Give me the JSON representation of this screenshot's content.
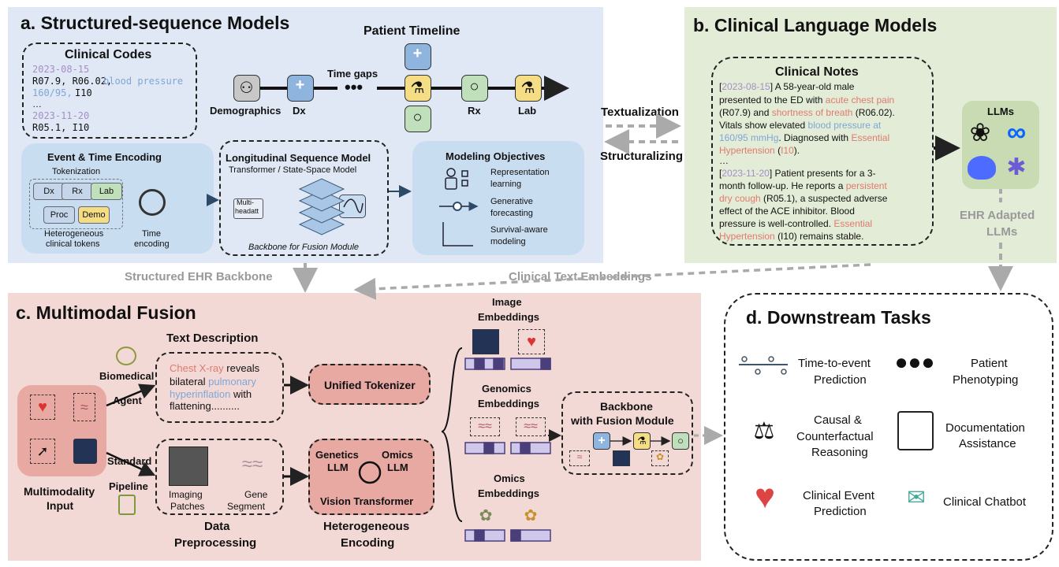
{
  "colors": {
    "panel_a": "#dfe8f4",
    "panel_b": "#e3ecd6",
    "panel_c": "#f3d9d6",
    "box_blue": "#c9ddf1",
    "box_red": "#e8a9a3",
    "token_bar": "#4a3f7a"
  },
  "icons": [
    "person-icon",
    "medical-cross-icon",
    "flask-icon",
    "pill-icon",
    "clock-icon",
    "openai-icon",
    "meta-icon",
    "deepseek-icon",
    "qwen-icon",
    "heart-icon",
    "dna-icon",
    "syringe-icon",
    "brain-scan-icon",
    "robot-icon",
    "clipboard-icon"
  ],
  "a": {
    "title": "a. Structured-sequence Models",
    "codes": {
      "title": "Clinical Codes",
      "date1": "2023-08-15",
      "line1a": "R07.9, R06.02,",
      "line1b": "blood pressure",
      "line2a": "160/95,",
      "line2b": "I10",
      "ellipsis": "…",
      "date2": "2023-11-20",
      "line3": "R05.1, I10"
    },
    "timeline": {
      "title": "Patient Timeline",
      "gaps": "Time gaps",
      "demographics": "Demographics",
      "dx": "Dx",
      "rx": "Rx",
      "lab": "Lab"
    },
    "encoding": {
      "title": "Event & Time Encoding",
      "tokenization": "Tokenization",
      "tokens": [
        "Dx",
        "Rx",
        "Lab",
        "Proc",
        "Demo"
      ],
      "hetero1": "Heterogeneous",
      "hetero2": "clinical tokens",
      "time1": "Time",
      "time2": "encoding"
    },
    "seq": {
      "title": "Longitudinal Sequence Model",
      "sub": "Transformer / State-Space Model",
      "mh1": "Multi-",
      "mh2": "headatt",
      "foot": "Backbone for Fusion Module"
    },
    "obj": {
      "title": "Modeling Objectives",
      "o1a": "Representation",
      "o1b": "learning",
      "o2a": "Generative",
      "o2b": "forecasting",
      "o3a": "Survival-aware",
      "o3b": "modeling"
    }
  },
  "mid": {
    "textualization": "Textualization",
    "structuralizing": "Structuralizing",
    "backbone": "Structured EHR Backbone",
    "embeddings": "Clinical Text Embeddings"
  },
  "b": {
    "title": "b. Clinical Language Models",
    "notes_title": "Clinical Notes",
    "date1": "2023-08-15",
    "date2": "2023-11-20",
    "n1": "A 58-year-old male",
    "n2": "presented to the ED with",
    "n2r": "acute chest pain",
    "n3a": "(R07.9) and",
    "n3r": "shortness of breath",
    "n3b": "(R06.02).",
    "n4a": "Vitals show elevated",
    "n4b": "blood pressure at",
    "n5a": "160/95 mmHg",
    "n5b": ". Diagnosed with",
    "n5r": "Essential",
    "n6r": "Hypertension",
    "n6a": "(",
    "n6c": "I10",
    "n6d": ").",
    "ellipsis": "…",
    "m1": "Patient presents for a 3-",
    "m2": "month follow-up. He reports a",
    "m2r": "persistent",
    "m3r": "dry cough",
    "m3": "(R05.1), a suspected adverse",
    "m4": "effect of the ACE inhibitor. Blood",
    "m5": "pressure is well-controlled.",
    "m5r": "Essential",
    "m6r": "Hypertension",
    "m6": "(I10) remains stable.",
    "llms": "LLMs",
    "adapted1": "EHR Adapted",
    "adapted2": "LLMs"
  },
  "c": {
    "title": "c. Multimodal Fusion",
    "input1": "Multimodality",
    "input2": "Input",
    "bio1": "Biomedical",
    "bio2": "Agent",
    "std1": "Standard",
    "std2": "Pipeline",
    "text_desc": "Text Description",
    "d1r": "Chest X-ray",
    "d1": "reveals",
    "d2": "bilateral",
    "d2b": "pulmonary",
    "d3b": "hyperinflation",
    "d3": "with",
    "d4": "flattening..........",
    "patch1": "Imaging",
    "patch2": "Patches",
    "gene1": "Gene",
    "gene2": "Segment",
    "prep1": "Data",
    "prep2": "Preprocessing",
    "tokenizer": "Unified Tokenizer",
    "genetics1": "Genetics",
    "genetics2": "LLM",
    "omics1": "Omics",
    "omics2": "LLM",
    "vit": "Vision Transformer",
    "enc1": "Heterogeneous",
    "enc2": "Encoding",
    "img1": "Image",
    "img2": "Embeddings",
    "gen1": "Genomics",
    "gen2": "Embeddings",
    "om1": "Omics",
    "om2": "Embeddings",
    "fusion1": "Backbone",
    "fusion2": "with Fusion Module"
  },
  "d": {
    "title": "d. Downstream Tasks",
    "t1a": "Time-to-event",
    "t1b": "Prediction",
    "t2a": "Patient",
    "t2b": "Phenotyping",
    "t3a": "Causal &",
    "t3b": "Counterfactual",
    "t3c": "Reasoning",
    "t4a": "Documentation",
    "t4b": "Assistance",
    "t5a": "Clinical Event",
    "t5b": "Prediction",
    "t6": "Clinical Chatbot"
  }
}
